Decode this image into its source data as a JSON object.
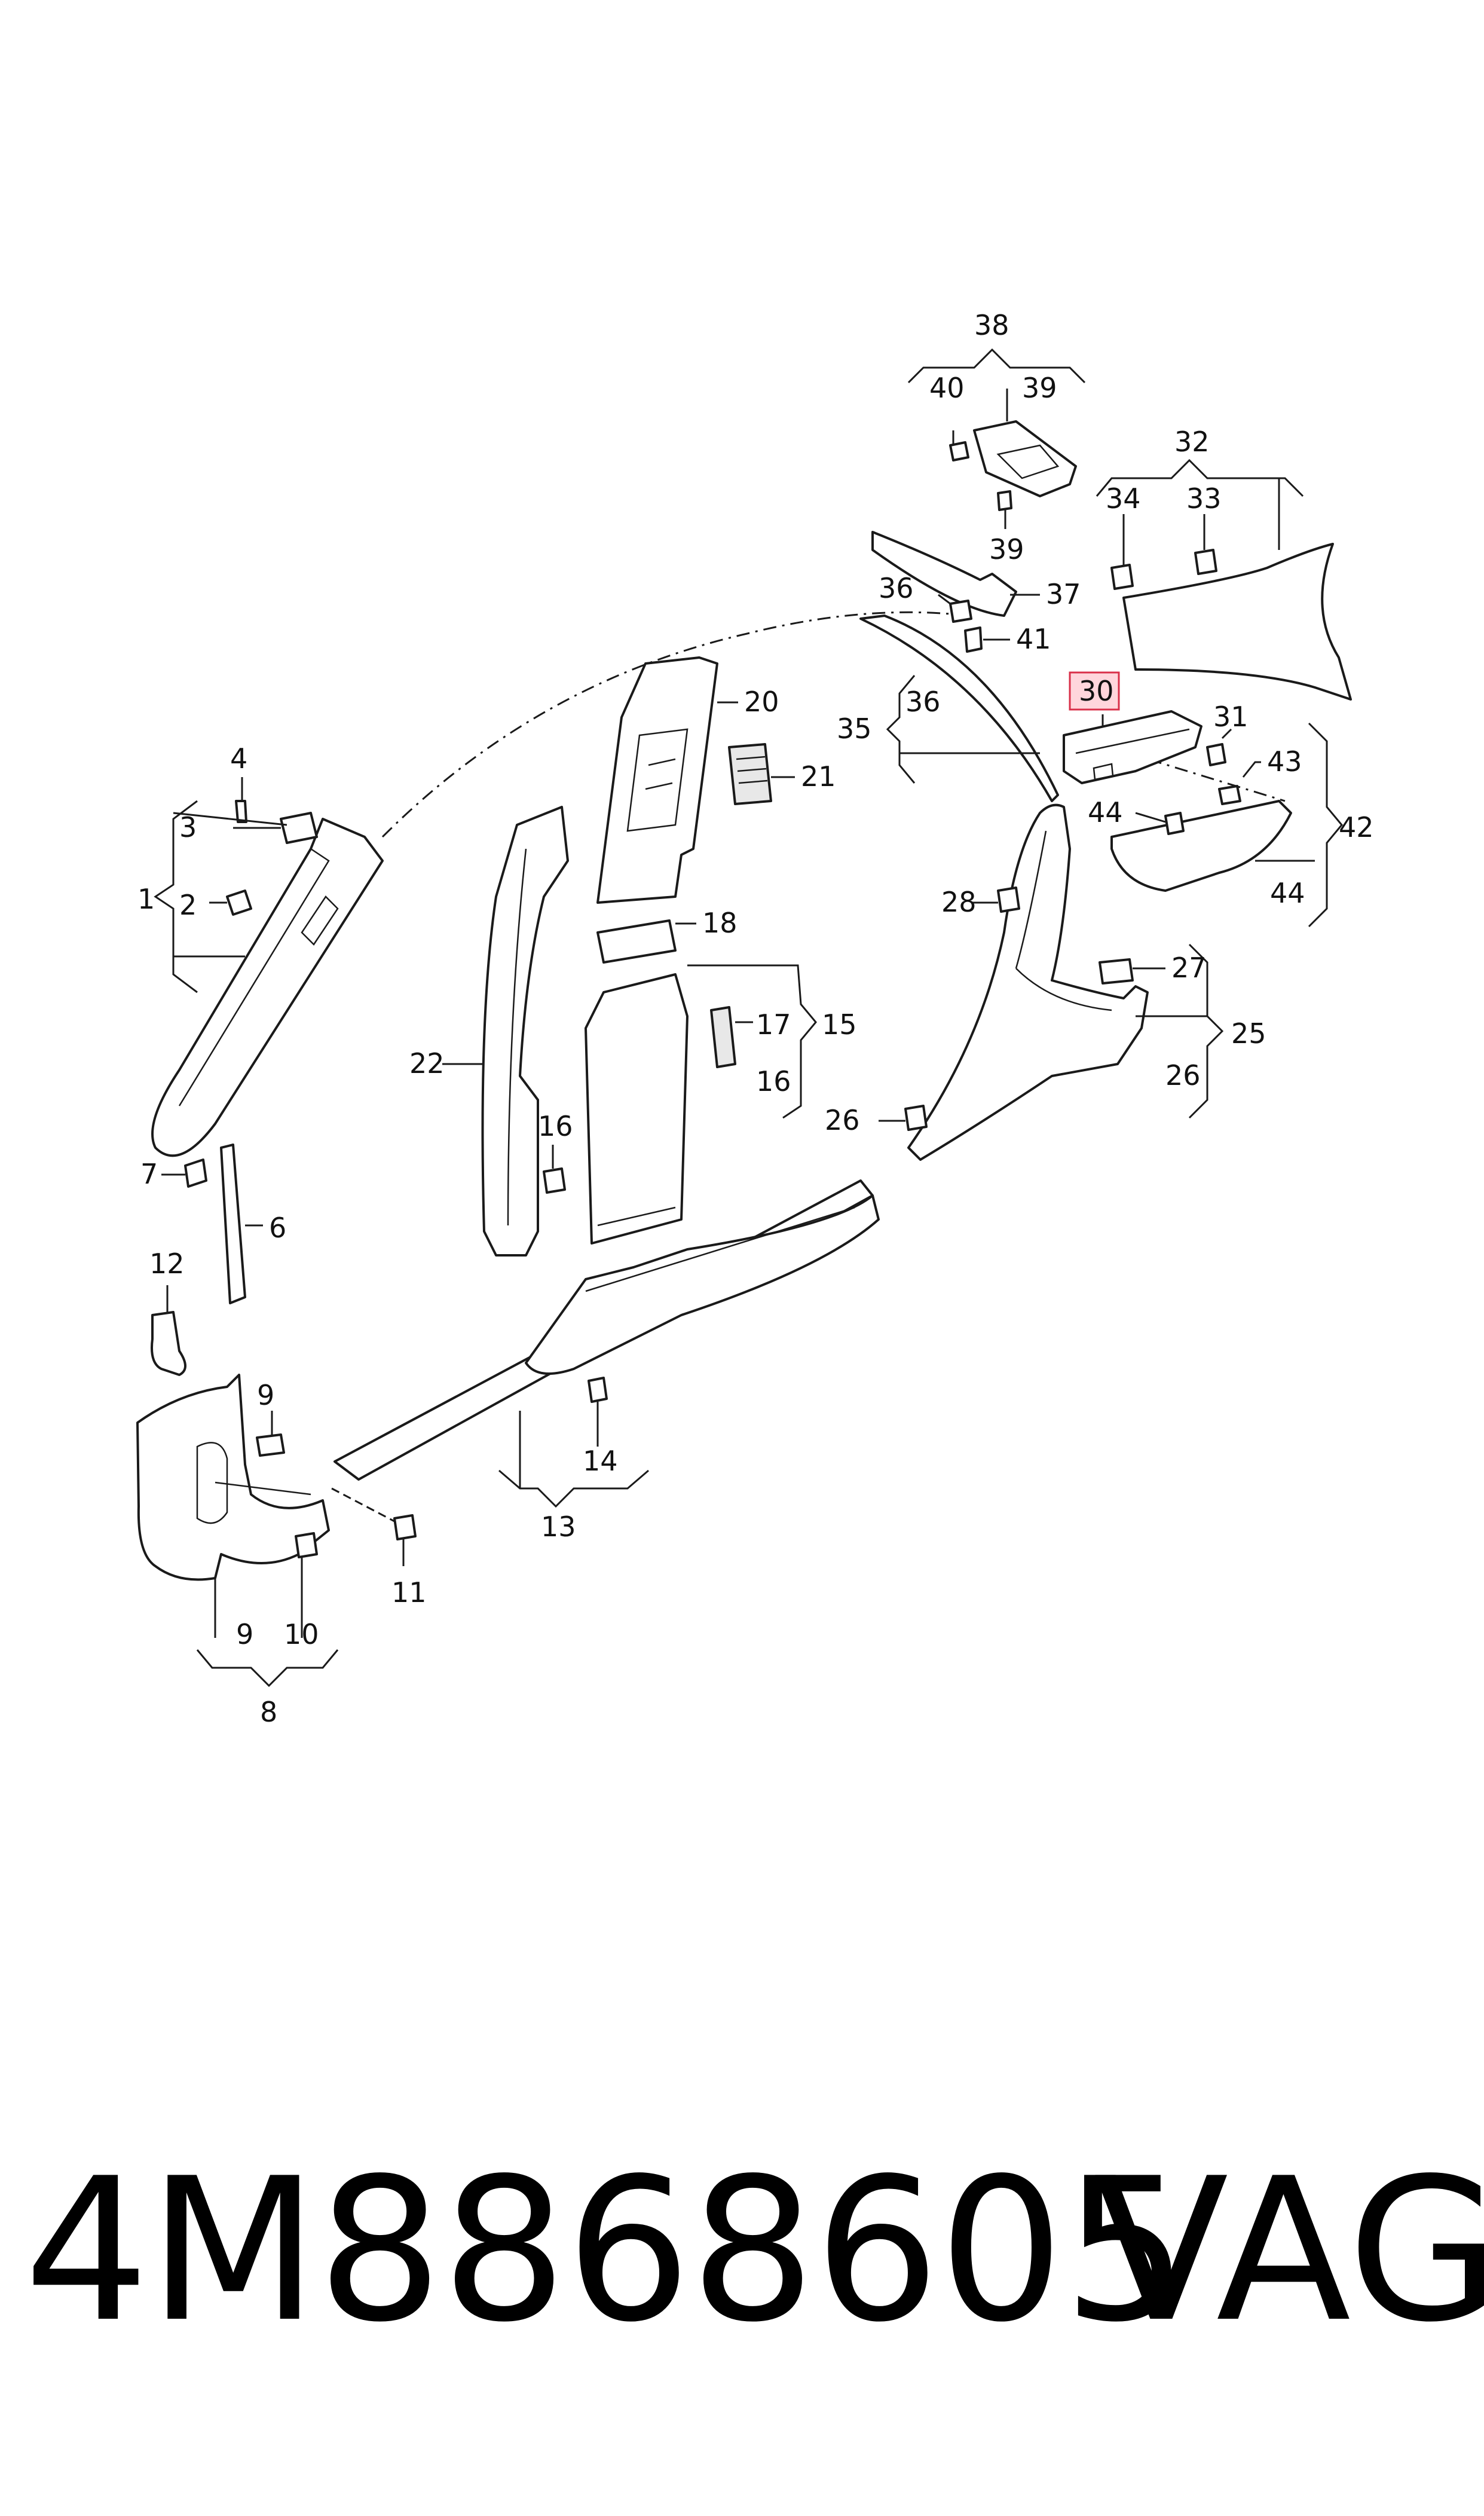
{
  "labels": {
    "l1": "1",
    "l2": "2",
    "l3": "3",
    "l4": "4",
    "l6": "6",
    "l7": "7",
    "l8": "8",
    "l9a": "9",
    "l9b": "9",
    "l10": "10",
    "l11": "11",
    "l12": "12",
    "l13": "13",
    "l14": "14",
    "l15": "15",
    "l16a": "16",
    "l16b": "16",
    "l17": "17",
    "l18": "18",
    "l20": "20",
    "l21": "21",
    "l22": "22",
    "l25": "25",
    "l26a": "26",
    "l26b": "26",
    "l27": "27",
    "l28": "28",
    "l30": "30",
    "l31": "31",
    "l32": "32",
    "l33": "33",
    "l34": "34",
    "l35": "35",
    "l36a": "36",
    "l36b": "36",
    "l37": "37",
    "l38": "38",
    "l39a": "39",
    "l39b": "39",
    "l40": "40",
    "l41": "41",
    "l42": "42",
    "l43": "43",
    "l44a": "44",
    "l44b": "44"
  },
  "highlighted_label": "30",
  "highlight_color": "#ffd6dc",
  "footer": {
    "part_number": "4M8868605",
    "brand": "VAG"
  }
}
